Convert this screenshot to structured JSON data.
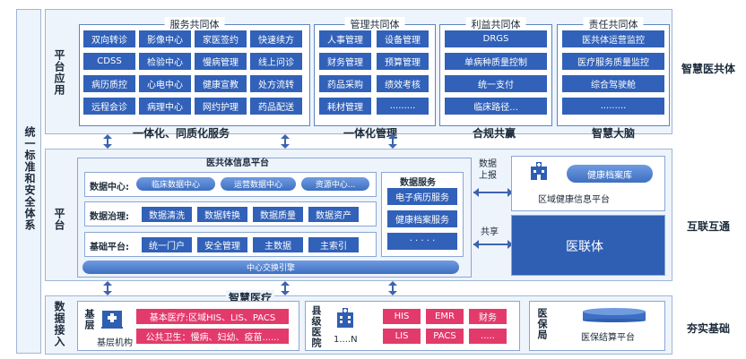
{
  "left_bar": {
    "label": "统一标准和安全体系"
  },
  "rows": {
    "platform_apps": {
      "label": "平台应用",
      "right_label": "智慧医共体"
    },
    "platform": {
      "label": "平台",
      "right_label": "互联互通"
    },
    "data_access": {
      "label": "数据接入",
      "right_label": "夯实基础"
    }
  },
  "service_community": {
    "title": "服务共同体",
    "items": [
      "双向转诊",
      "影像中心",
      "家医签约",
      "快速续方",
      "CDSS",
      "检验中心",
      "慢病管理",
      "线上问诊",
      "病历质控",
      "心电中心",
      "健康宣教",
      "处方流转",
      "远程会诊",
      "病理中心",
      "网约护理",
      "药品配送"
    ],
    "caption": "一体化、同质化服务"
  },
  "management_community": {
    "title": "管理共同体",
    "items": [
      "人事管理",
      "设备管理",
      "财务管理",
      "预算管理",
      "药品采购",
      "绩效考核",
      "耗材管理",
      "........."
    ],
    "caption": "一体化管理"
  },
  "interest_community": {
    "title": "利益共同体",
    "items": [
      "DRGS",
      "单病种质量控制",
      "统一支付",
      "临床路径..."
    ],
    "caption": "合规共赢"
  },
  "responsibility_community": {
    "title": "责任共同体",
    "items": [
      "医共体运营监控",
      "医疗服务质量监控",
      "综合驾驶舱",
      "........."
    ],
    "caption": "智慧大脑"
  },
  "info_platform": {
    "title": "医共体信息平台",
    "data_center": {
      "label": "数据中心:",
      "items": [
        "临床数据中心",
        "运营数据中心",
        "资源中心..."
      ]
    },
    "data_governance": {
      "label": "数据治理:",
      "items": [
        "数据清洗",
        "数据转换",
        "数据质量",
        "数据资产"
      ]
    },
    "base_platform": {
      "label": "基础平台:",
      "items": [
        "统一门户",
        "安全管理",
        "主数据",
        "主索引"
      ]
    },
    "exchange": "中心交换引擎",
    "data_service": {
      "title": "数据服务",
      "items": [
        "电子病历服务",
        "健康档案服务",
        "· · · · ·"
      ]
    }
  },
  "flows": {
    "report": "数据上报",
    "share": "共享"
  },
  "regional": {
    "archive": "健康档案库",
    "platform_label": "区域健康信息平台",
    "alliance": "医联体"
  },
  "access": {
    "smart_medical": "智慧医疗",
    "grassroots": {
      "label": "基层",
      "sub_label": "基层机构",
      "items": [
        "基本医疗:区域HIS、LIS、PACS",
        "公共卫生：慢病、妇幼、疫苗......"
      ]
    },
    "county_hospital": {
      "label": "县级医院",
      "sub_label": "1....N",
      "items": [
        "HIS",
        "EMR",
        "财务",
        "LIS",
        "PACS",
        "....."
      ]
    },
    "insurance": {
      "label": "医保局",
      "platform": "医保结算平台"
    }
  }
}
